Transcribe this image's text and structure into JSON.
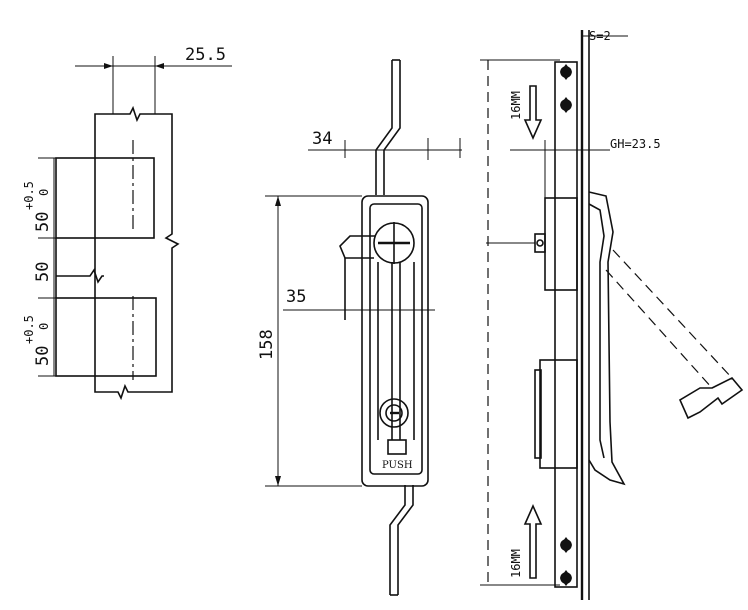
{
  "dimensions": {
    "width_top": "25.5",
    "cutout_upper": "50",
    "cutout_upper_tol_plus": "+0.5",
    "cutout_upper_tol_zero": "0",
    "cutout_mid": "50",
    "cutout_lower": "50",
    "cutout_lower_tol_plus": "+0.5",
    "cutout_lower_tol_zero": "0",
    "handle_width": "34",
    "handle_offset": "35",
    "handle_height": "158",
    "stroke_top": "16MM",
    "stroke_bottom": "16MM",
    "thickness": "S=2",
    "gh": "GH=23.5"
  },
  "labels": {
    "push": "PUSH"
  }
}
